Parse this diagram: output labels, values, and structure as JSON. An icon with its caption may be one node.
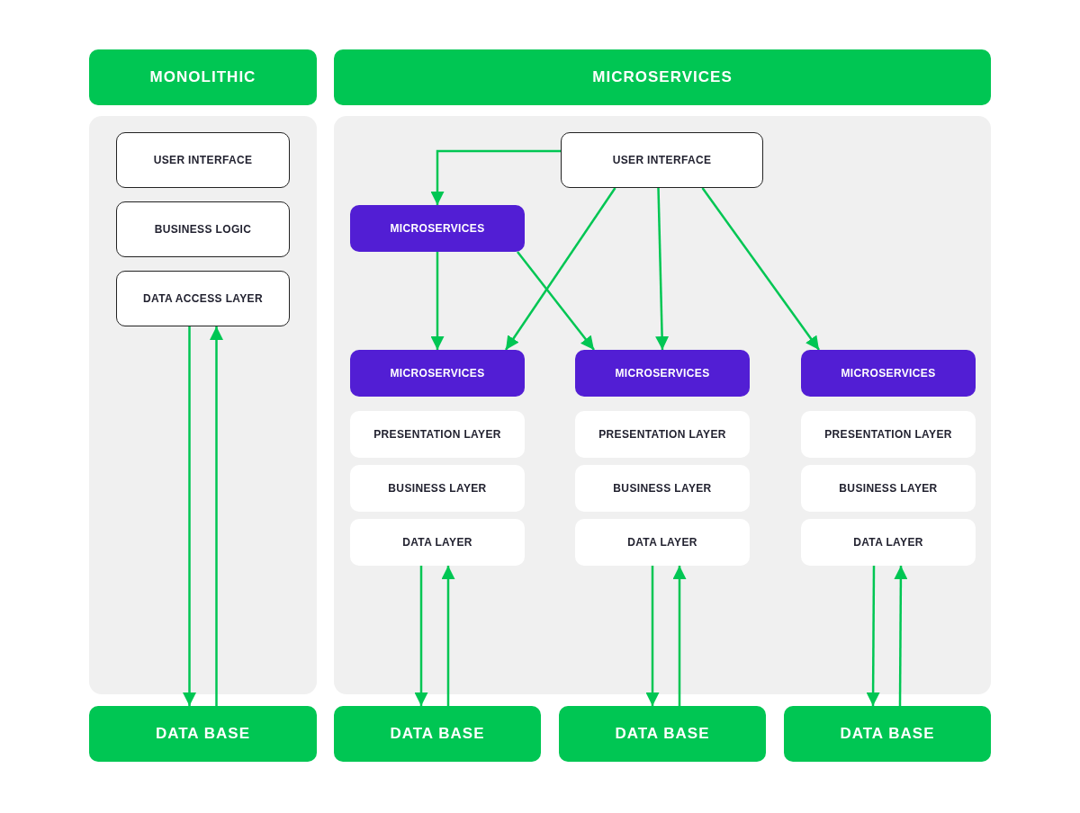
{
  "diagram": {
    "nodes": [
      {
        "text": [
          "MONOLITHIC"
        ]
      },
      {
        "text": [
          "MICROSERVICES"
        ]
      },
      {
        "text": [],
        "shape": "box"
      },
      {
        "text": [
          "USER INTERFACE"
        ],
        "in": 2
      },
      {
        "text": [
          "BUSINESS LOGIC"
        ],
        "in": 2
      },
      {
        "text": [
          "DATA ACCESS LAYER"
        ],
        "in": 2
      },
      {
        "text": [],
        "shape": "box"
      },
      {
        "text": [
          "USER INTERFACE"
        ],
        "in": 6
      },
      {
        "text": [
          "MICROSERVICES"
        ],
        "in": 6
      },
      {
        "text": [
          "MICROSERVICES"
        ],
        "in": 6
      },
      {
        "text": [
          "PRESENTATION LAYER"
        ],
        "in": 6
      },
      {
        "text": [
          "BUSINESS LAYER"
        ],
        "in": 6
      },
      {
        "text": [
          "DATA LAYER"
        ],
        "in": 6
      },
      {
        "text": [
          "MICROSERVICES"
        ],
        "in": 6
      },
      {
        "text": [
          "PRESENTATION LAYER"
        ],
        "in": 6
      },
      {
        "text": [
          "BUSINESS LAYER"
        ],
        "in": 6
      },
      {
        "text": [
          "DATA LAYER"
        ],
        "in": 6
      },
      {
        "text": [
          "MICROSERVICES"
        ],
        "in": 6
      },
      {
        "text": [
          "PRESENTATION LAYER"
        ],
        "in": 6
      },
      {
        "text": [
          "BUSINESS LAYER"
        ],
        "in": 6
      },
      {
        "text": [
          "DATA LAYER"
        ],
        "in": 6
      },
      {
        "text": [
          "DATA BASE"
        ]
      },
      {
        "text": [
          "DATA BASE"
        ]
      },
      {
        "text": [
          "DATA BASE"
        ]
      },
      {
        "text": [
          "DATA BASE"
        ]
      }
    ],
    "edges": [
      {
        "from": 7,
        "to": 8,
        "arrow": "to"
      },
      {
        "from": 8,
        "to": 9,
        "arrow": "to"
      },
      {
        "from": 8,
        "to": 13,
        "arrow": "to"
      },
      {
        "from": 7,
        "to": 9,
        "arrow": "to"
      },
      {
        "from": 7,
        "to": 13,
        "arrow": "to"
      },
      {
        "from": 7,
        "to": 17,
        "arrow": "to"
      },
      {
        "from": 5,
        "to": 21,
        "arrow": "to"
      },
      {
        "from": 21,
        "to": 5,
        "arrow": "to"
      },
      {
        "from": 12,
        "to": 22,
        "arrow": "to"
      },
      {
        "from": 22,
        "to": 12,
        "arrow": "to"
      },
      {
        "from": 16,
        "to": 23,
        "arrow": "to"
      },
      {
        "from": 23,
        "to": 16,
        "arrow": "to"
      },
      {
        "from": 20,
        "to": 24,
        "arrow": "to"
      },
      {
        "from": 24,
        "to": 20,
        "arrow": "to"
      }
    ]
  }
}
